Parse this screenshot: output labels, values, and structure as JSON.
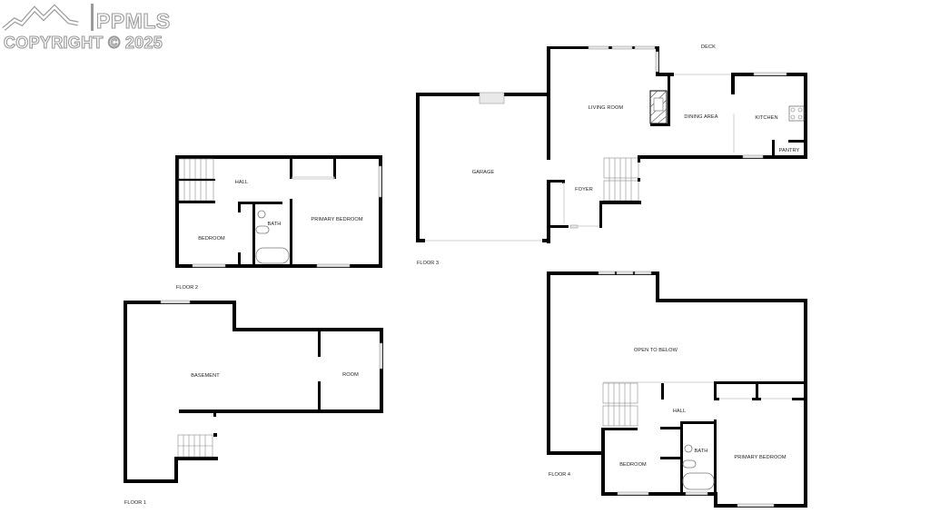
{
  "watermark": {
    "brand": "PPMLS",
    "copyright": "COPYRIGHT © 2025",
    "icon": "mountains-icon",
    "color": "#9a9a9a"
  },
  "floors": [
    {
      "id": "floor-1",
      "label": "FLOOR 1",
      "rooms": [
        {
          "name": "BASEMENT"
        },
        {
          "name": "ROOM"
        }
      ]
    },
    {
      "id": "floor-2",
      "label": "FLOOR 2",
      "rooms": [
        {
          "name": "HALL"
        },
        {
          "name": "BATH"
        },
        {
          "name": "PRIMARY BEDROOM"
        },
        {
          "name": "BEDROOM"
        }
      ]
    },
    {
      "id": "floor-3",
      "label": "FLOOR 3",
      "rooms": [
        {
          "name": "GARAGE"
        },
        {
          "name": "LIVING ROOM"
        },
        {
          "name": "DINING AREA"
        },
        {
          "name": "KITCHEN"
        },
        {
          "name": "PANTRY"
        },
        {
          "name": "FOYER"
        },
        {
          "name": "DECK"
        }
      ]
    },
    {
      "id": "floor-4",
      "label": "FLOOR 4",
      "rooms": [
        {
          "name": "OPEN TO BELOW"
        },
        {
          "name": "HALL"
        },
        {
          "name": "BATH"
        },
        {
          "name": "BEDROOM"
        },
        {
          "name": "PRIMARY BEDROOM"
        }
      ]
    }
  ]
}
